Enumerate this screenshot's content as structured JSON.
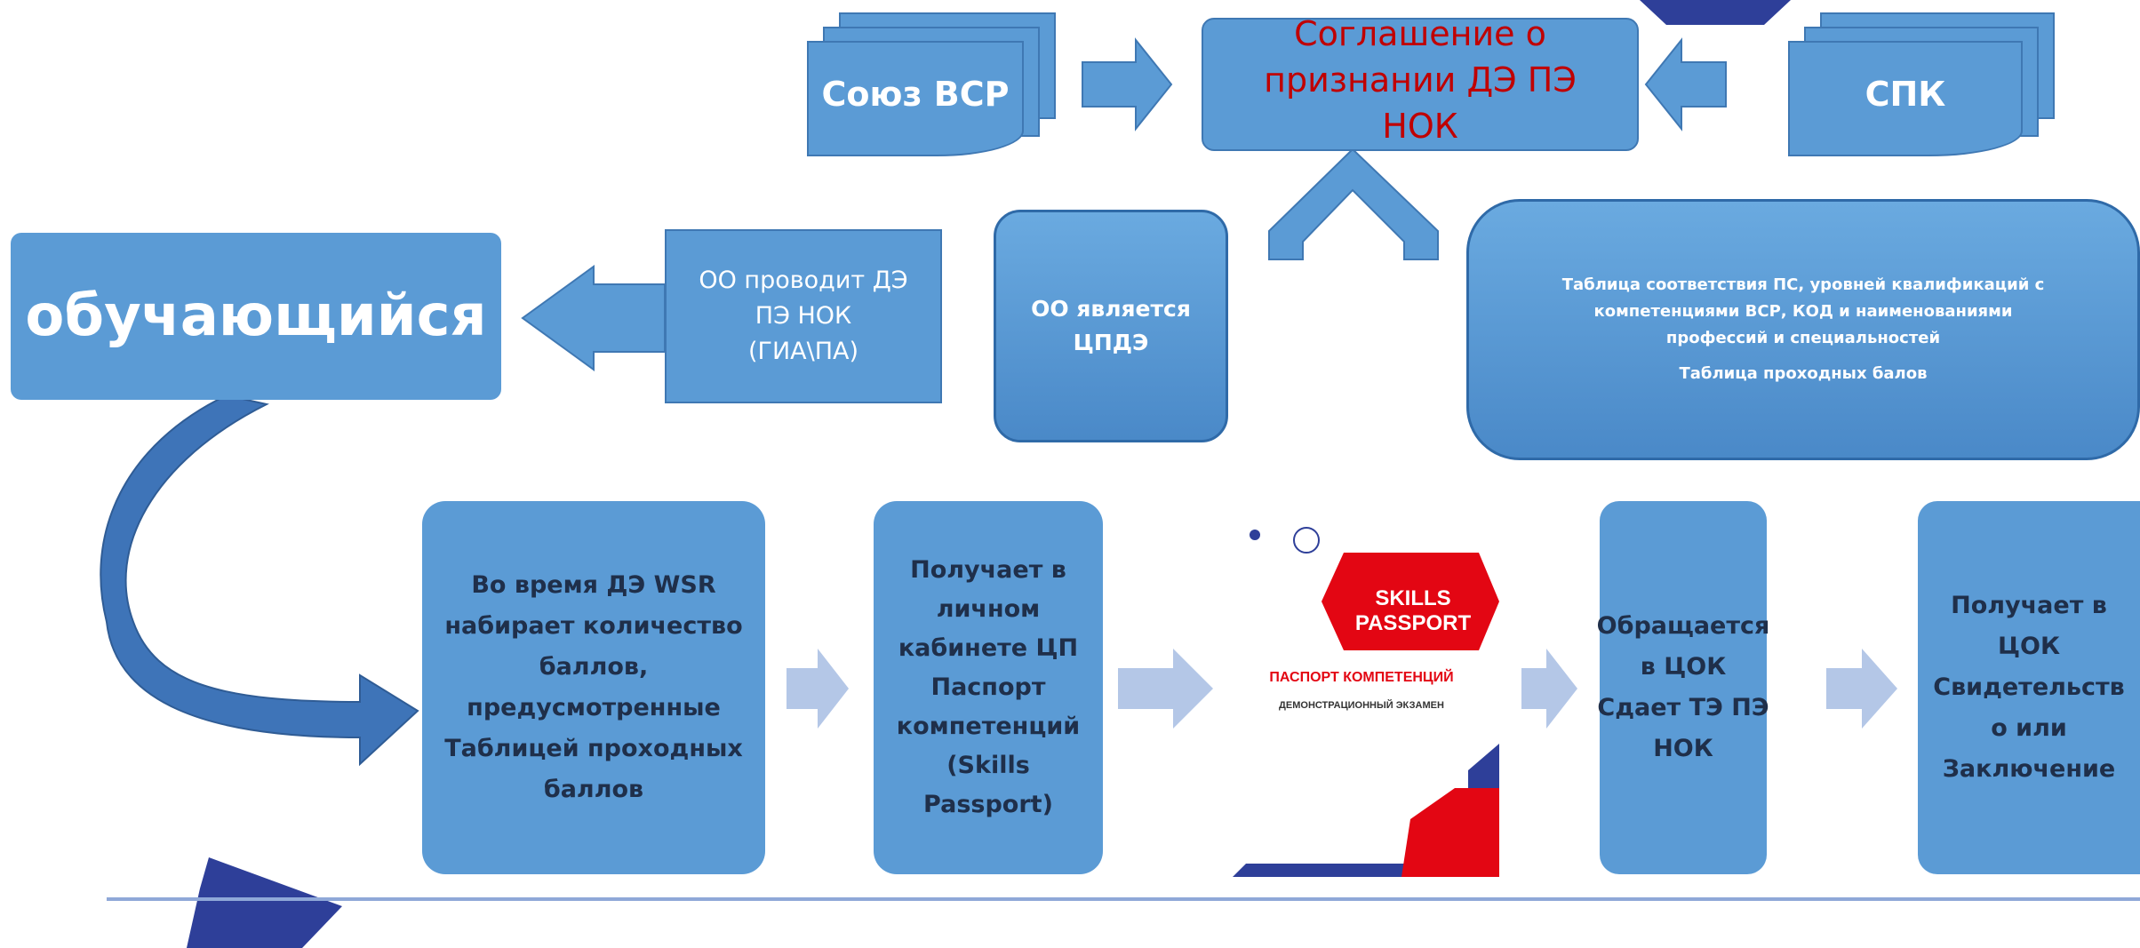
{
  "top": {
    "left_source": "Союз ВСР",
    "right_source": "СПК",
    "agreement": "Соглашение о\nпризнании  ДЭ ПЭ\nНОК"
  },
  "middle": {
    "student": "обучающийся",
    "oo_conducts": "ОО проводит ДЭ\nПЭ НОК\n(ГИА\\ПА)",
    "oo_is": "ОО является\nЦПДЭ",
    "table_text": "Таблица соответствия ПС, уровней квалификаций с\nкомпетенциями ВСР, КОД и наименованиями\nпрофессий и специальностей",
    "table_text2": "Таблица проходных балов"
  },
  "bottom": {
    "step1": "Во время ДЭ WSR\nнабирает количество\nбаллов,\nпредусмотренные\nТаблицей проходных\nбаллов",
    "step2": "Получает в\nличном\nкабинете ЦП\nПаспорт\nкомпетенций\n(Skills\nPassport)",
    "step3": "Обращается\nв ЦОК\nСдает ТЭ ПЭ\nНОК",
    "step4": "Получает в\nЦОК\nСвидетельств\nо или\nЗаключение"
  },
  "passport": {
    "brand": "SKILLS PASSPORT",
    "title": "ПАСПОРТ КОМПЕТЕНЦИЙ",
    "subtitle": "ДЕМОНСТРАЦИОННЫЙ ЭКЗАМЕН"
  },
  "colors": {
    "box": "#5b9bd5",
    "dark_blue": "#2e3f99",
    "arrow_light": "#b4c7e7",
    "red": "#e30613",
    "agreement_text": "#c00000"
  }
}
